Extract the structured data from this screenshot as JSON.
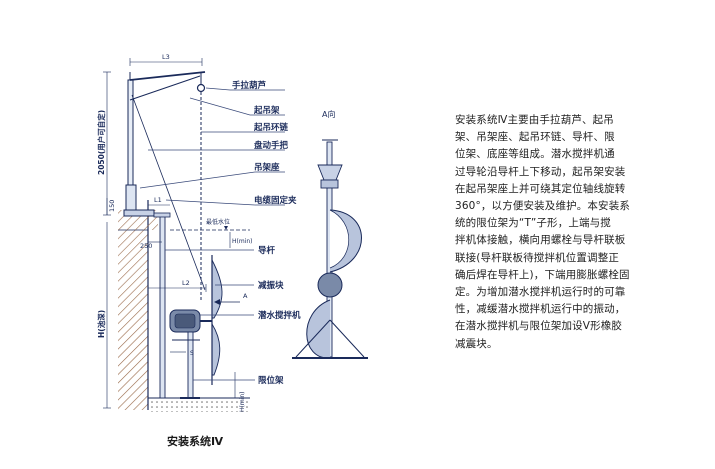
{
  "callouts": {
    "hoist": "手拉葫芦",
    "lifting_frame": "起吊架",
    "lifting_chain": "起吊环链",
    "hand_wheel": "盘动手把",
    "frame_base": "吊架座",
    "cable_clamp": "电缆固定夹",
    "guide_rod": "导杆",
    "damper_block": "减振块",
    "mixer": "潜水搅拌机",
    "limit_frame": "限位架"
  },
  "dims": {
    "l3": "L3",
    "l1": "L1",
    "l2": "L2",
    "h_total": "2050(用户可自定)",
    "h_pool": "H(池深)",
    "d150": "150",
    "d250": "250",
    "min_level": "最低水位",
    "h_min": "H(min)",
    "s": "S",
    "arrow_a": "A"
  },
  "a_view_label": "A向",
  "caption": "安装系统Ⅳ",
  "description": "安装系统Ⅳ主要由手拉葫芦、起吊\n架、吊架座、起吊环链、导杆、限\n位架、底座等组成。潜水搅拌机通\n过导轮沿导杆上下移动，起吊架安装\n在起吊架座上并可绕其定位轴线旋转\n360°，以方便安装及维护。本安装系\n统的限位架为“T”子形，上端与搅\n拌机体接触，横向用螺栓与导杆联板\n联接(导杆联板待搅拌机位置调整正\n确后焊在导杆上)，下端用膨胀螺栓固\n定。为增加潜水搅拌机运行时的可靠\n性，减缓潜水搅拌机运行中的振动，\n在潜水搅拌机与限位架加设V形橡胶\n减震块。",
  "colors": {
    "line": "#1a2a5a",
    "leader": "#3a4a7a",
    "wall": "#7a4a2a"
  }
}
